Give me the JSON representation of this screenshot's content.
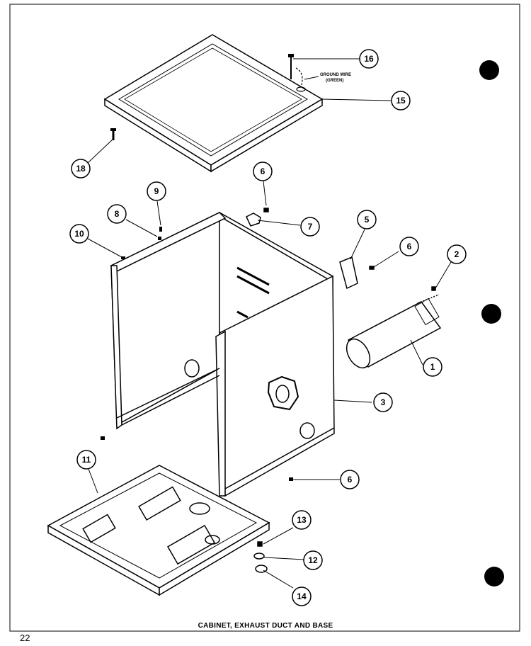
{
  "diagram": {
    "caption": "CABINET, EXHAUST DUCT AND BASE",
    "page_number": "22",
    "ground_wire_note": {
      "line1": "GROUND WIRE",
      "line2": "(GREEN)"
    },
    "callouts": [
      {
        "id": "callout-1",
        "label": "1"
      },
      {
        "id": "callout-2",
        "label": "2"
      },
      {
        "id": "callout-3",
        "label": "3"
      },
      {
        "id": "callout-5",
        "label": "5"
      },
      {
        "id": "callout-6a",
        "label": "6"
      },
      {
        "id": "callout-6b",
        "label": "6"
      },
      {
        "id": "callout-6c",
        "label": "6"
      },
      {
        "id": "callout-7",
        "label": "7"
      },
      {
        "id": "callout-8",
        "label": "8"
      },
      {
        "id": "callout-9",
        "label": "9"
      },
      {
        "id": "callout-10",
        "label": "10"
      },
      {
        "id": "callout-11",
        "label": "11"
      },
      {
        "id": "callout-12",
        "label": "12"
      },
      {
        "id": "callout-13",
        "label": "13"
      },
      {
        "id": "callout-14",
        "label": "14"
      },
      {
        "id": "callout-15",
        "label": "15"
      },
      {
        "id": "callout-16",
        "label": "16"
      },
      {
        "id": "callout-18",
        "label": "18"
      }
    ]
  }
}
